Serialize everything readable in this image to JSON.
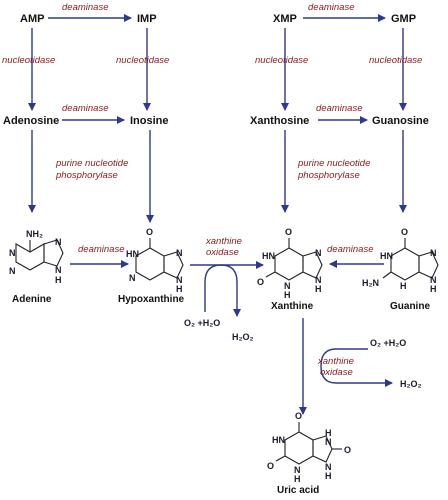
{
  "colors": {
    "arrow": "#2b3a8f",
    "enzyme": "#8B1A1A",
    "text": "#111111"
  },
  "compounds": {
    "amp": "AMP",
    "imp": "IMP",
    "xmp": "XMP",
    "gmp": "GMP",
    "adenosine": "Adenosine",
    "inosine": "Inosine",
    "xanthosine": "Xanthosine",
    "guanosine": "Guanosine",
    "adenine": "Adenine",
    "hypoxanthine": "Hypoxanthine",
    "xanthine": "Xanthine",
    "guanine": "Guanine",
    "uric_acid": "Uric acid"
  },
  "enzymes": {
    "deaminase": "deaminase",
    "nucleotidase": "nucleotidase",
    "pnp_line1": "purine nucleotide",
    "pnp_line2": "phosphorylase",
    "xo_line1": "xanthine",
    "xo_line2": "oxidase"
  },
  "cofactors": {
    "o2_h2o": "O₂ +H₂O",
    "h2o2": "H₂O₂"
  },
  "atoms": {
    "nh2": "NH₂",
    "h2n": "H₂N",
    "n": "N",
    "hn": "HN",
    "h": "H",
    "o": "O"
  }
}
